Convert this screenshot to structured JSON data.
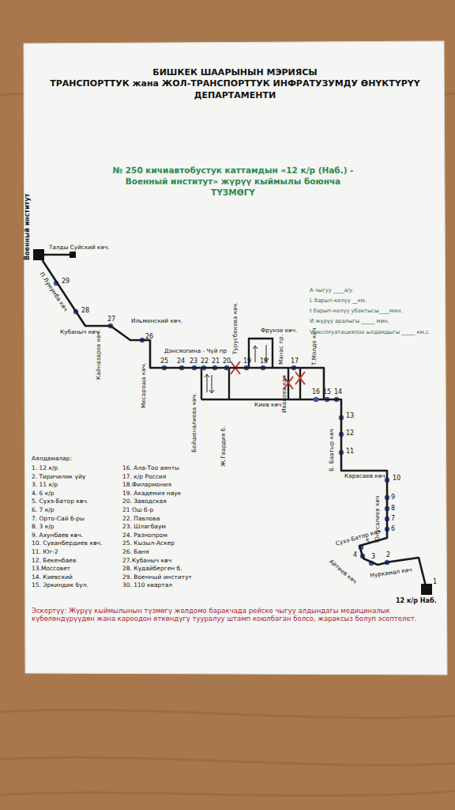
{
  "diagram": {
    "title": "№ 250 кичиавтобустук каттамдын «12 к/р (Наб.) - Военный институт» жүрүү кыймылы боюнча ТҮЗМӨГҮ",
    "nodes": [
      {
        "text": [
          "Военный институт"
        ]
      },
      {
        "text": [
          "12 к/р Наб."
        ]
      }
    ],
    "edges": [
      {
        "from": 0,
        "to": 1,
        "arrow": "none"
      }
    ],
    "labels": [
      "БИШКЕК ШААРЫНЫН МЭРИЯСЫ",
      "ТРАНСПОРТТУК жана ЖОЛ-ТРАНСПОРТТУК ИНФРАТУЗУМДУ ӨНҮКТҮРҮҮ",
      "ДЕПАРТАМЕНТИ",
      "А чыгуу ____а/у.",
      "L барып-келүү __км.",
      "t барып-келүү убактысы____мин.",
      "И жүрүү аралыгы _____ мин.",
      "V эксплуатациялоо ылдамдыгы _____ км.с.",
      "Талды Суйский көч.",
      "П.Лумумба көч",
      "Кубаныч көч",
      "Ильменский көч.",
      "Кайназаров көч.",
      "Месароша көч.",
      "Дэнсяопина - Чүй пр",
      "Бейшеналиева көч.",
      "Ж.Гвардия б.",
      "Турусбекова көч.",
      "Фрунзе көч.",
      "Манас пр.",
      "Киев көч",
      "Иванова көч",
      "Т.Молдо көч",
      "Б. Баатыр көч",
      "Карасаев көч",
      "Юнусалиев көч",
      "Сухэ-Батор көч",
      "Айтиев көч",
      "Нуркамал көч",
      "1",
      "2",
      "3",
      "4",
      "5",
      "6",
      "7",
      "8",
      "9",
      "10",
      "11",
      "12",
      "13",
      "14",
      "15",
      "16",
      "17",
      "18",
      "19",
      "20",
      "21",
      "22",
      "23",
      "24",
      "25",
      "26",
      "27",
      "28",
      "29",
      "Аялдамалар:",
      "1. 12 к/р",
      "2. Тиричилик үйү",
      "3. 11 к/р",
      "4. 6 к/р",
      "5. Сухэ-Батор көч.",
      "6. 7 к/р",
      "7. Орто-Сай б-ры",
      "8. 3 к/р",
      "9. Ахунбаев көч.",
      "10. Суванбердиев көч.",
      "11. Юг-2",
      "12. Бекенбаев",
      "13.Моссовет",
      "14. Киевский",
      "15. Эркиндик бул.",
      "16. Ала-Тоо аянты",
      "17. к/р Россия",
      "18.Филармония",
      "19. Академия наук",
      "20. Заводская",
      "21 Ош б-р",
      "22. Павлова",
      "23. Шлагбаум",
      "24. Разнопром",
      "25. Кызыл-Аскер",
      "26. Баня",
      "27.Кубаныч көч",
      "28. Кудайберген б.",
      "29. Военный институт",
      "30. 110 квартал",
      "Эскертүү: Жүрүү кыймылынын түзмөгү жолдомо баракчада рейске чыгуу алдындагы медициналык күбөлөндүрүүдөн жана кароодон өткөндүгү тууралуу штамп коюлбаган болсо, жараксыз болуп эсептелет."
    ]
  }
}
